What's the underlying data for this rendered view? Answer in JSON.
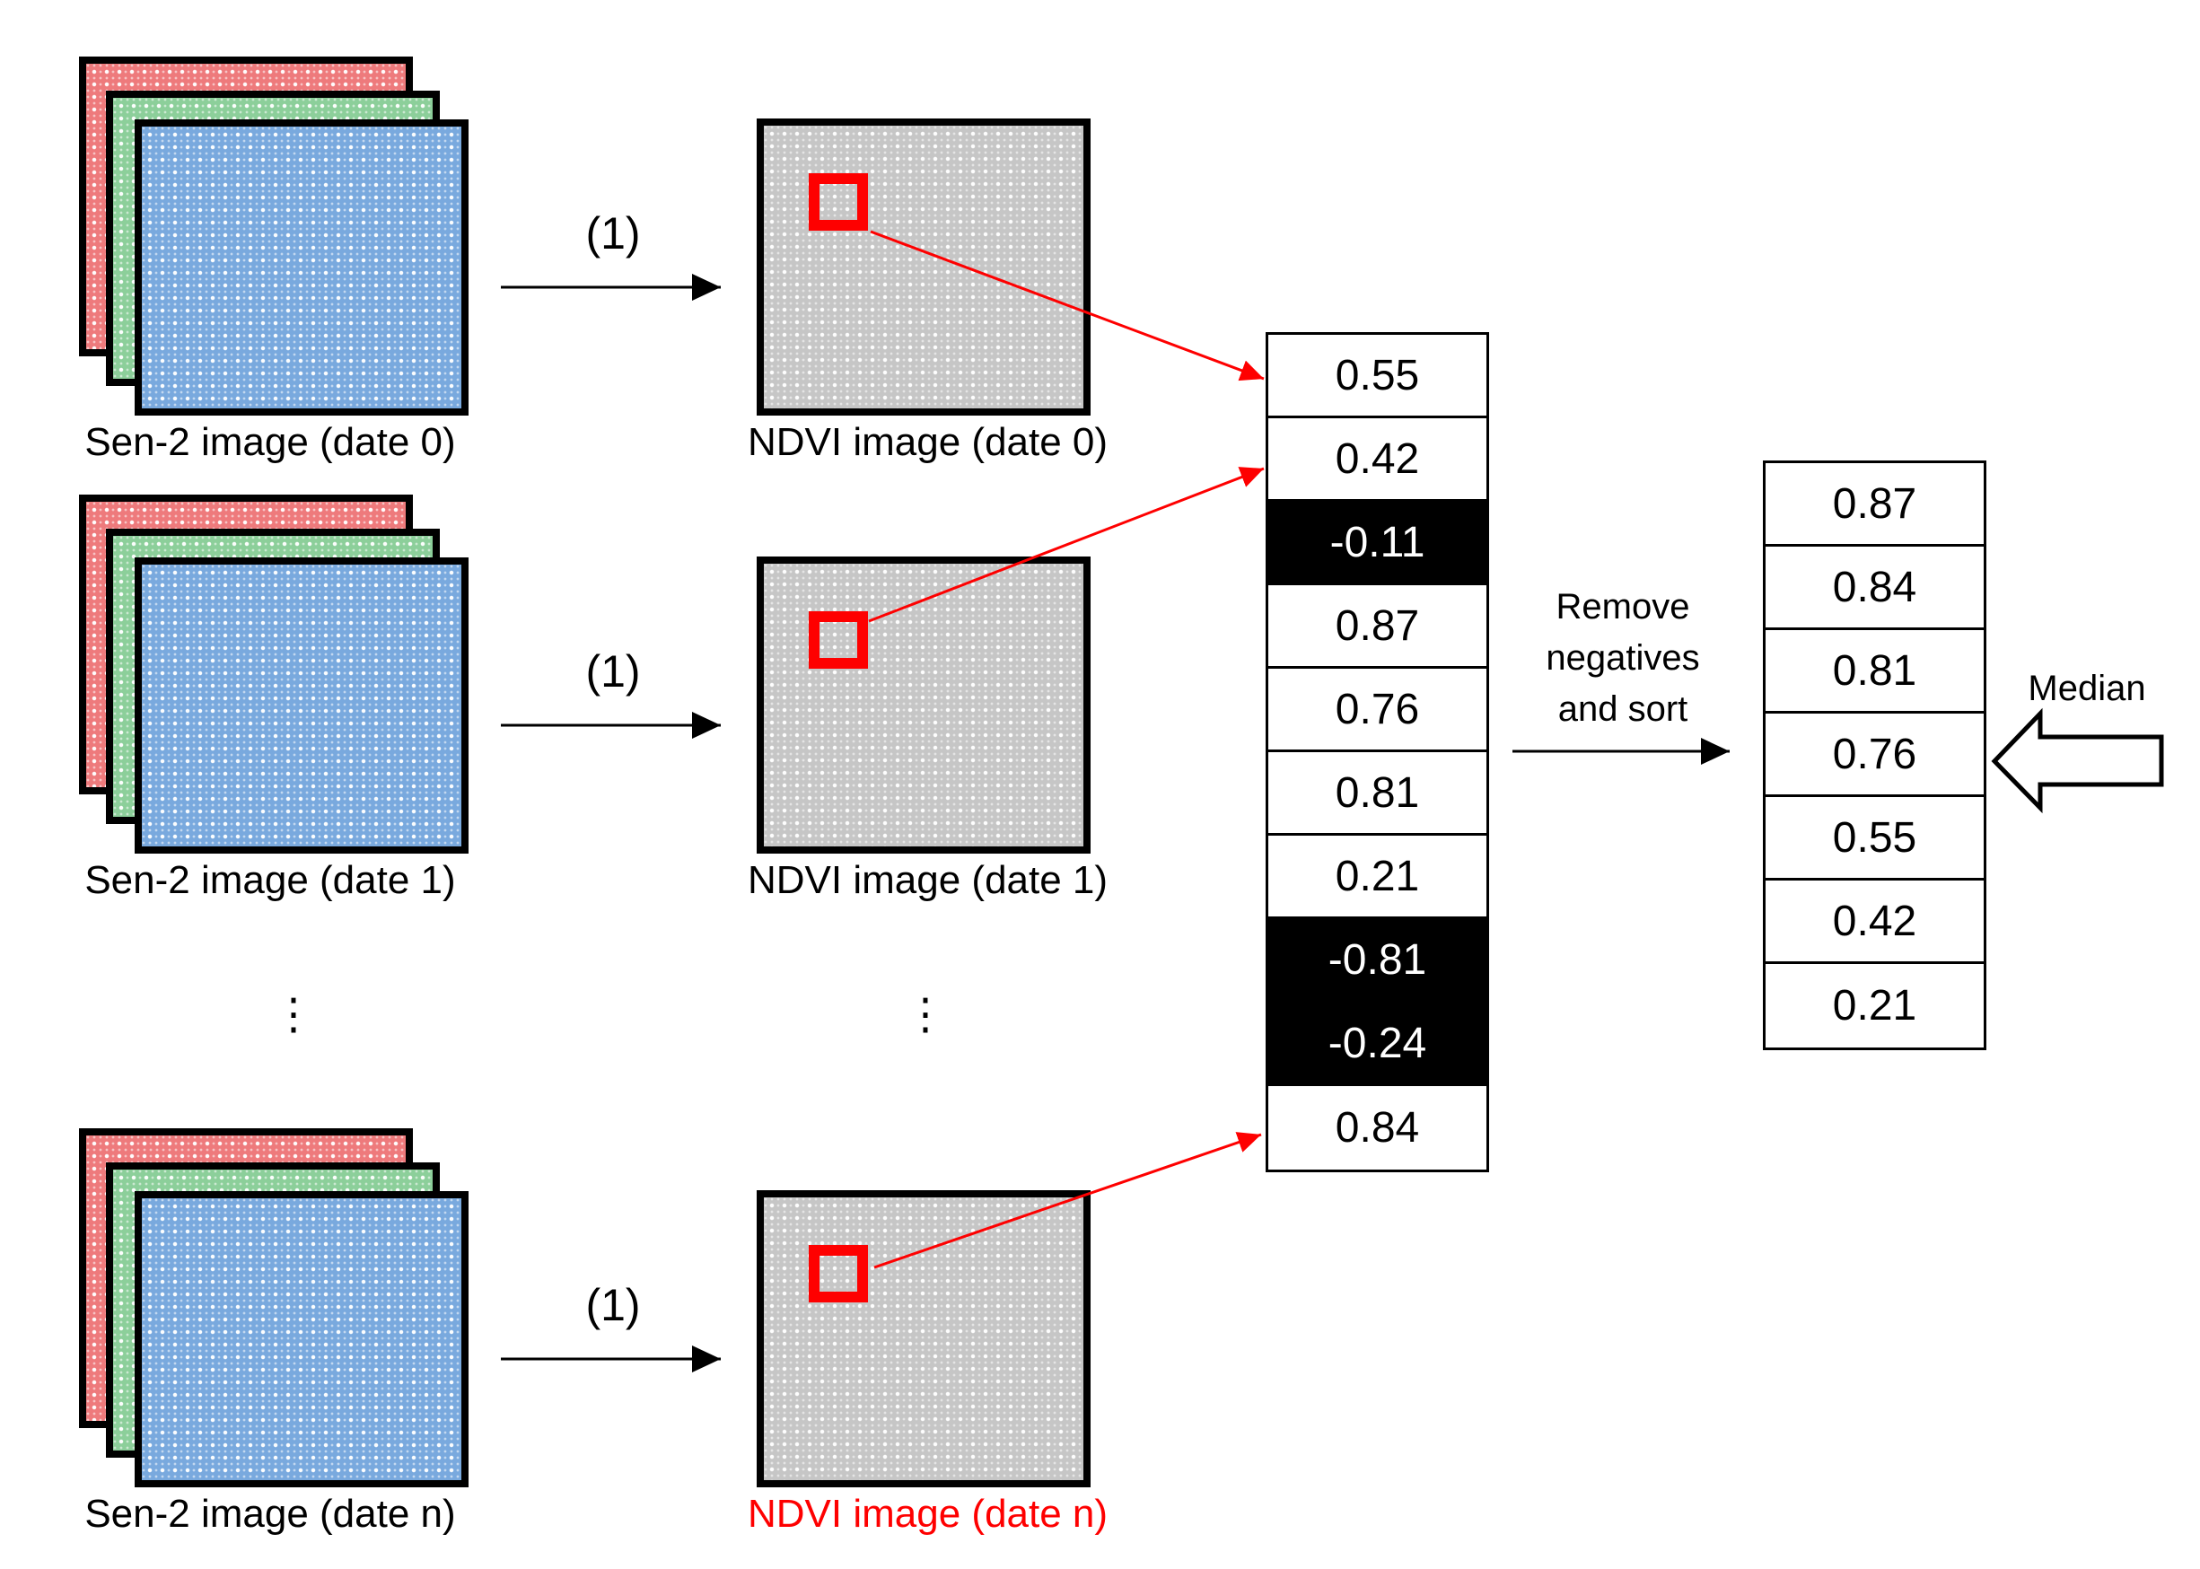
{
  "stacks": [
    {
      "sen_label": "Sen-2 image (date 0)",
      "step_label": "(1)",
      "ndvi_label": "NDVI image (date 0)"
    },
    {
      "sen_label": "Sen-2 image (date 1)",
      "step_label": "(1)",
      "ndvi_label": "NDVI image (date 1)"
    },
    {
      "sen_label": "Sen-2 image (date n)",
      "step_label": "(1)",
      "ndvi_label": "NDVI image (date n)"
    }
  ],
  "pixel_column": {
    "cells": [
      {
        "v": "0.55",
        "dark": false
      },
      {
        "v": "0.42",
        "dark": false
      },
      {
        "v": "-0.11",
        "dark": true
      },
      {
        "v": "0.87",
        "dark": false
      },
      {
        "v": "0.76",
        "dark": false
      },
      {
        "v": "0.81",
        "dark": false
      },
      {
        "v": "0.21",
        "dark": false
      },
      {
        "v": "-0.81",
        "dark": true
      },
      {
        "v": "-0.24",
        "dark": true
      },
      {
        "v": "0.84",
        "dark": false
      }
    ]
  },
  "sorted_column": {
    "cells": [
      "0.87",
      "0.84",
      "0.81",
      "0.76",
      "0.55",
      "0.42",
      "0.21"
    ],
    "median_points_to": "0.76"
  },
  "labels": {
    "remove_lines": [
      "Remove",
      "negatives",
      "and sort"
    ],
    "median": "Median",
    "ellipsis": "⋮"
  },
  "colors": {
    "layer-red": "#ee7a7c",
    "layer-green": "#8ccf9a",
    "layer-blue": "#79a9de",
    "ndvi-gray": "#c6c6c6",
    "highlight-red": "#fe0000",
    "cell-dark-bg": "#000000",
    "cell-dark-text": "#ffffff"
  }
}
